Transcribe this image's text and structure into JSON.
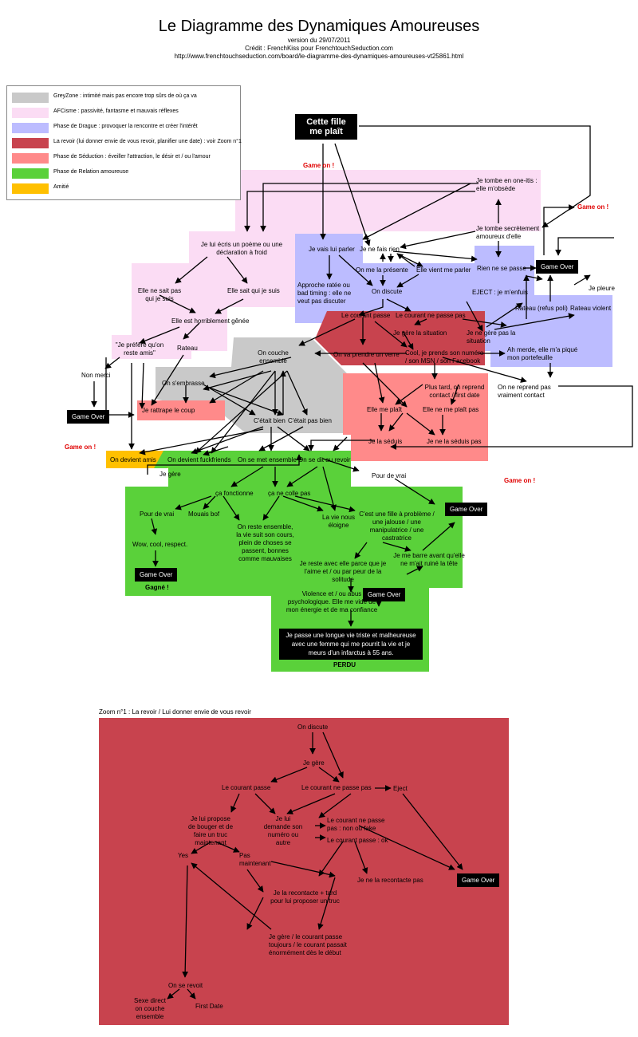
{
  "header": {
    "title": "Le Diagramme des Dynamiques Amoureuses",
    "version": "version du 29/07/2011",
    "credit": "Crédit : FrenchKiss pour FrenchtouchSeduction.com",
    "url": "http://www.frenchtouchseduction.com/board/le-diagramme-des-dynamiques-amoureuses-vt25861.html"
  },
  "legend": [
    {
      "label": "GreyZone : intimité mais pas encore trop sûrs de où ça va",
      "color": "#c9c9c9"
    },
    {
      "label": "AFCisme : passivité, fantasme et mauvais réflexes",
      "color": "#fbdcf4"
    },
    {
      "label": "Phase de Drague : provoquer la rencontre et créer l'intérêt",
      "color": "#bcbcff"
    },
    {
      "label": "La revoir (lui donner envie de vous revoir, planifier une date) : voir Zoom n°1",
      "color": "#c8434e"
    },
    {
      "label": "Phase de Séduction : éveiller l'attraction, le désir et / ou l'amour",
      "color": "#ff8a8a"
    },
    {
      "label": "Phase de Relation amoureuse",
      "color": "#5ad13a"
    },
    {
      "label": "Amitié",
      "color": "#ffc000"
    }
  ],
  "colors": {
    "grey": "#c9c9c9",
    "pink": "#fbdcf4",
    "lavender": "#bcbcff",
    "darkred": "#c8434e",
    "salmon": "#ff8a8a",
    "green": "#5ad13a",
    "orange": "#ffc000",
    "zoom": "#c8434e",
    "gameon": "#e00000"
  },
  "nodes": {
    "start": "Cette fille me plaît",
    "game_on_1": "Game on !",
    "game_on_2": "Game on !",
    "game_on_3": "Game on !",
    "game_on_4": "Game on !",
    "one_itis": "Je tombe en one-itis : elle m'obsède",
    "secret_love": "Je tombe secrètement amoureux d'elle",
    "poeme": "Je lui écris un poème ou une déclaration à froid",
    "ne_sait_pas": "Elle ne sait pas qui je suis",
    "sait_qui": "Elle sait qui je suis",
    "genee": "Elle est horriblement gênée",
    "prefere_amis": "\"Je préfère qu'on reste amis\"",
    "rateau": "Rateau",
    "non_merci": "Non merci",
    "go_left": "Game Over",
    "vais_parler": "Je vais lui parler",
    "fais_rien": "Je ne fais rien",
    "presente": "On me la présente",
    "vient_parler": "Elle vient me parler",
    "rien_passe": "Rien ne se passe",
    "go_right_top": "Game Over",
    "approche_ratee": "Approche ratée ou bad timing : elle ne veut pas discuter",
    "on_discute": "On discute",
    "eject_enfuis": "EJECT : je m'enfuis",
    "je_pleure": "Je pleure",
    "rateau_poli": "Rateau (refus poli)",
    "rateau_violent": "Rateau violent",
    "courant_passe": "Le courant passe",
    "courant_ne_passe": "Le courant ne passe pas",
    "je_gere_situation": "Je gère la situation",
    "ne_gere_pas": "Je ne gère pas la situation",
    "couche_ensemble": "On couche ensemble",
    "verre": "On va prendre un verre",
    "numero": "Cool, je prends son numéro / son MSN / son Facebook",
    "portefeuille": "Ah merde, elle m'a piqué mon portefeuille",
    "sembrasse": "On s'embrasse",
    "rattrape": "Je rattrape le coup",
    "plus_tard": "Plus tard, on reprend contact / first date",
    "ne_reprend": "On ne reprend pas vraiment contact",
    "etait_bien": "C'était bien",
    "etait_pas_bien": "C'était pas bien",
    "elle_plait": "Elle me plaît",
    "elle_ne_plait": "Elle ne me plaît pas",
    "seduis": "Je la séduis",
    "seduis_pas": "Je ne la séduis pas",
    "amis": "On devient amis",
    "fuckfriends": "On devient fuckfriends",
    "met_ensemble": "On se met ensemble",
    "dit_revoir": "On se dit au revoir",
    "je_gere": "Je gère",
    "pour_de_vrai_r": "Pour de vrai",
    "go_mid_right": "Game Over",
    "fonctionne": "ça fonctionne",
    "colle_pas": "ça ne colle pas",
    "pour_de_vrai_l": "Pour de vrai",
    "mouais": "Mouais bof",
    "reste_ensemble": "On reste ensemble, la vie suit son cours, plein de choses se passent, bonnes comme mauvaises",
    "vie_eloigne": "La vie nous éloigne",
    "fille_probleme": "C'est une fille à problème / une jalouse / une manipulatrice / une castratrice",
    "wow": "Wow, cool, respect.",
    "go_gagne": "Game Over",
    "gagne": "Gagné !",
    "reste_avec": "Je reste avec elle parce que je l'aime et / ou par peur de la solitude",
    "barre": "Je me barre avant qu'elle ne m'ait ruiné la tête",
    "violence": "Violence et / ou abus psychologique. Elle me vide de mon énergie et de ma confiance",
    "go_perdu": "Game Over",
    "triste": "Je passe une longue vie triste et malheureuse avec une femme qui me pourrit la vie et je meurs d'un infarctus à 55 ans.",
    "perdu": "PERDU"
  },
  "zoom": {
    "title": "Zoom  n°1 : La revoir / Lui donner envie de vous revoir",
    "on_discute": "On discute",
    "je_gere": "Je gère",
    "courant_passe": "Le courant passe",
    "courant_ne_passe": "Le courant ne passe pas",
    "eject": "Eject",
    "propose": "Je lui propose de bouger et de faire un truc maintenant",
    "demande": "Je lui demande son numéro ou autre",
    "non_fake": "Le courant ne passe pas : non ou fake",
    "ok": "Le courant passe : ok",
    "yes": "Yes",
    "pas_maintenant": "Pas maintenant",
    "recontacte": "Je la recontacte + tard pour lui proposer un truc",
    "ne_recontacte": "Je ne la recontacte pas",
    "game_over": "Game Over",
    "je_gere_toujours": "Je gère / le courant passe toujours / le courant passait énormément dès le début",
    "se_revoit": "On se revoit",
    "sexe": "Sexe direct on couche ensemble",
    "first_date": "First Date"
  }
}
